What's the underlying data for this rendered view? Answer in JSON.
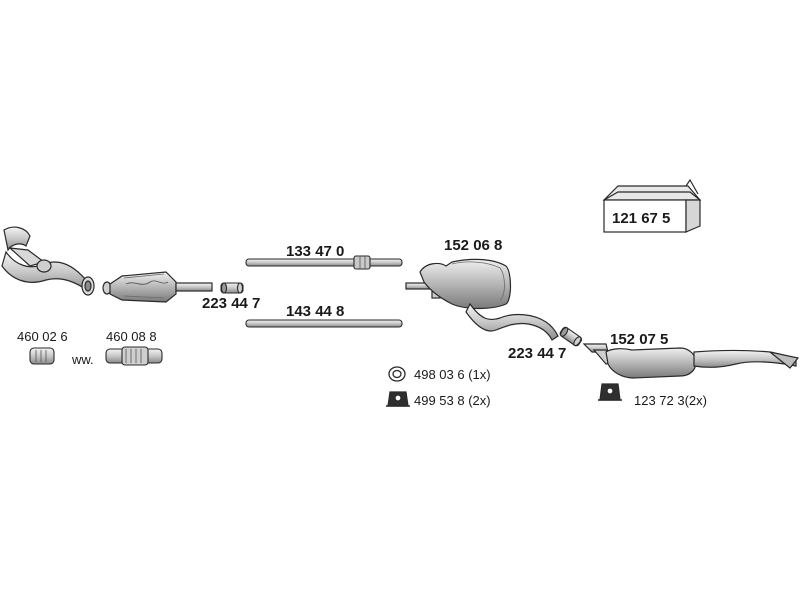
{
  "parts": {
    "p133470": "133 47 0",
    "p143448": "143 44 8",
    "p152068": "152 06 8",
    "p152075": "152 07 5",
    "p223447a": "223 44 7",
    "p223447b": "223 44 7",
    "p460026": "460 02 6",
    "p460088": "460 08 8",
    "ww": "ww.",
    "p498036": "498 03 6 (1x)",
    "p499538": "499 53 8 (2x)",
    "p123723": "123 72 3(2x)",
    "p121675": "121 67 5"
  },
  "colors": {
    "line": "#2a2a2a",
    "fill_light": "#e6e6e6",
    "fill_mid": "#bdbdbd",
    "fill_dark": "#8c8c8c"
  }
}
